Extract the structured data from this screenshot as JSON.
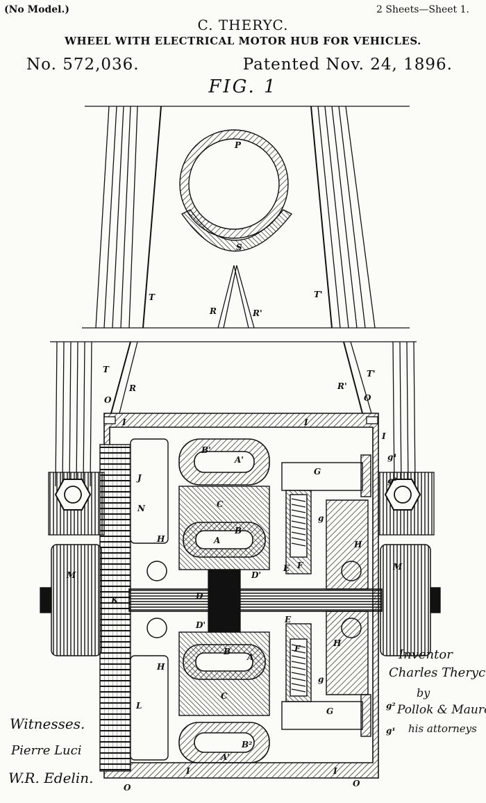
{
  "header": {
    "no_model": "(No Model.)",
    "sheets": "2 Sheets—Sheet 1.",
    "inventor": "C. THERYC.",
    "title": "WHEEL WITH ELECTRICAL MOTOR HUB FOR VEHICLES.",
    "patent_number": "No. 572,036.",
    "patent_date": "Patented Nov. 24, 1896."
  },
  "figure": {
    "label": "FIG. 1",
    "ref_letters": {
      "P": "P",
      "S": "S",
      "R": "R",
      "R_prime": "R'",
      "T": "T",
      "T_prime": "T'",
      "O": "O",
      "I": "I",
      "J": "J",
      "N": "N",
      "H": "H",
      "M": "M",
      "K": "K",
      "L": "L",
      "A": "A",
      "A_prime": "A'",
      "B": "B",
      "B_prime": "B'",
      "B2": "B²",
      "C": "C",
      "D": "D",
      "D_prime": "D'",
      "E": "E",
      "F": "F",
      "G": "G",
      "g": "g",
      "g1": "g¹",
      "g2": "g²"
    }
  },
  "signatures": {
    "witnesses_label": "Witnesses.",
    "witness_1": "Pierre Luci",
    "witness_2": "W.R. Edelin.",
    "inventor_label": "Inventor",
    "inventor_name": "Charles Theryc",
    "by": "by",
    "attorney_name": "Pollok & Mauro",
    "attorney_label": "his attorneys"
  },
  "colors": {
    "ink": "#111111",
    "paper": "#fbfbf8"
  }
}
